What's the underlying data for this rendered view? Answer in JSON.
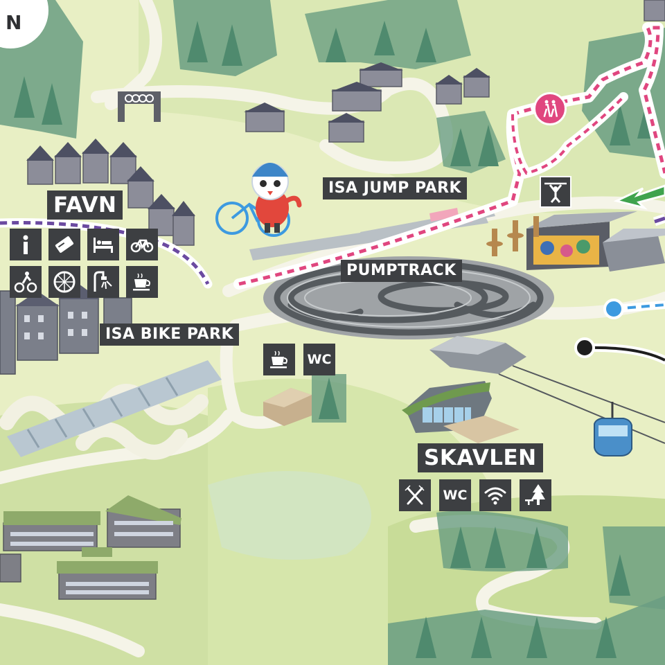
{
  "map": {
    "corner_letter": "N",
    "places": {
      "favn": "FAVN",
      "isa_bike_park": "ISA BIKE PARK",
      "isa_jump_park": "ISA JUMP PARK",
      "pumptrack": "PUMPTRACK",
      "skavlen": "SKAVLEN"
    },
    "wc_text": "WC",
    "favn_icons": [
      "info-icon",
      "ski-pass-icon",
      "lodging-icon",
      "bicycle-icon",
      "mountain-biker-icon",
      "bike-wheel-icon",
      "bike-wash-icon",
      "cafe-icon"
    ],
    "central_icons": [
      "cafe-icon",
      "wc-icon"
    ],
    "skavlen_icons": [
      "restaurant-icon",
      "wc-icon",
      "wifi-icon",
      "picnic-area-icon"
    ],
    "trail_icons": [
      "hiking-icon",
      "high-ropes-icon"
    ],
    "colors": {
      "meadow": "#e8efc4",
      "grass": "#c9dc9a",
      "road": "#f4f3e6",
      "forest": "#6a9e82",
      "hiking_trail": "#e0467f",
      "purple_trail": "#6b4aa0",
      "green_arrow": "#3fa34d",
      "blue_lift": "#3d9ae0",
      "black_lift": "#1e1e1e",
      "label_bg": "#3d3f42",
      "gondola": "#4a8fc9"
    }
  }
}
